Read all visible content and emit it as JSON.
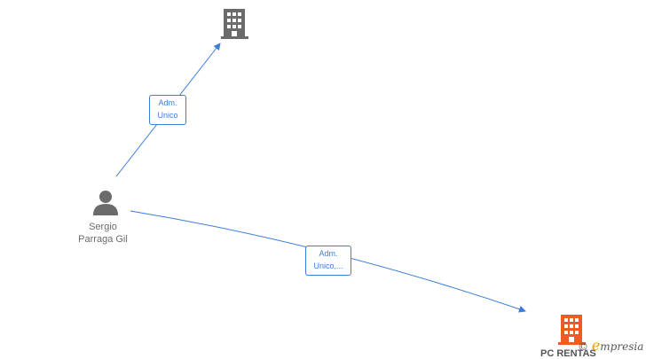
{
  "nodes": {
    "person": {
      "name_line1": "Sergio",
      "name_line2": "Parraga Gil",
      "icon": "person-icon",
      "color": "#6b6b6b"
    },
    "company_top": {
      "icon": "building-icon",
      "color": "#6b6b6b"
    },
    "company_bottom": {
      "name": "PC RENTAS",
      "icon": "building-icon",
      "color": "#f05a24"
    }
  },
  "edges": [
    {
      "line1": "Adm.",
      "line2": "Unico"
    },
    {
      "line1": "Adm.",
      "line2": "Unico,..."
    }
  ],
  "edge_color": "#3b7dd8",
  "watermark": {
    "copyright": "©",
    "brand": "mpresia",
    "brand_initial": "e"
  }
}
